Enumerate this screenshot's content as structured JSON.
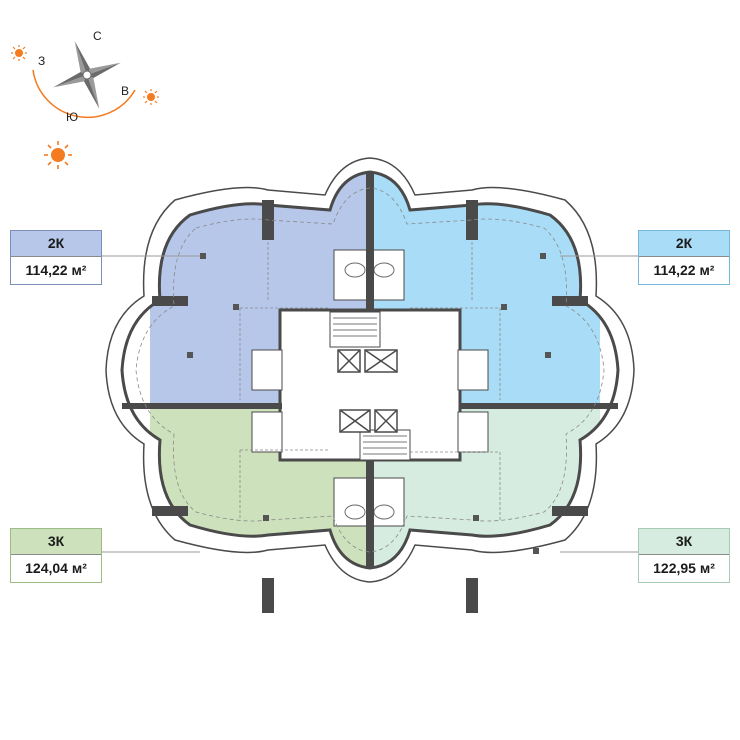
{
  "compass": {
    "north": "С",
    "south": "Ю",
    "east": "В",
    "west": "З"
  },
  "colors": {
    "apt_2k_left": "#b7c7e9",
    "apt_2k_right": "#a9dcf6",
    "apt_3k_left": "#cde2bc",
    "apt_3k_right": "#d7ece0",
    "sun": "#f47b20",
    "walls": "#4a4a4a"
  },
  "apartments": [
    {
      "id": "top-left",
      "type": "2К",
      "area": "114,22 м²"
    },
    {
      "id": "top-right",
      "type": "2К",
      "area": "114,22 м²"
    },
    {
      "id": "bottom-left",
      "type": "3К",
      "area": "124,04 м²"
    },
    {
      "id": "bottom-right",
      "type": "3К",
      "area": "122,95 м²"
    }
  ]
}
